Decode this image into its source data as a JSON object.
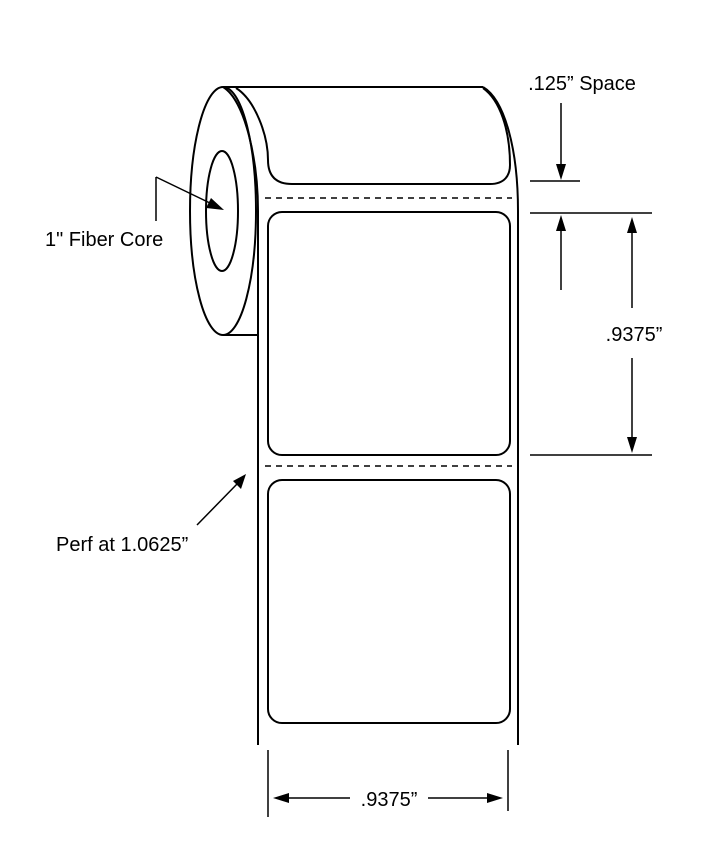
{
  "labels": {
    "space": ".125” Space",
    "core": "1\" Fiber Core",
    "label_height": ".9375”",
    "perf": "Perf at 1.0625”",
    "label_width": ".9375”"
  },
  "colors": {
    "ink": "#000000",
    "background": "#ffffff"
  }
}
